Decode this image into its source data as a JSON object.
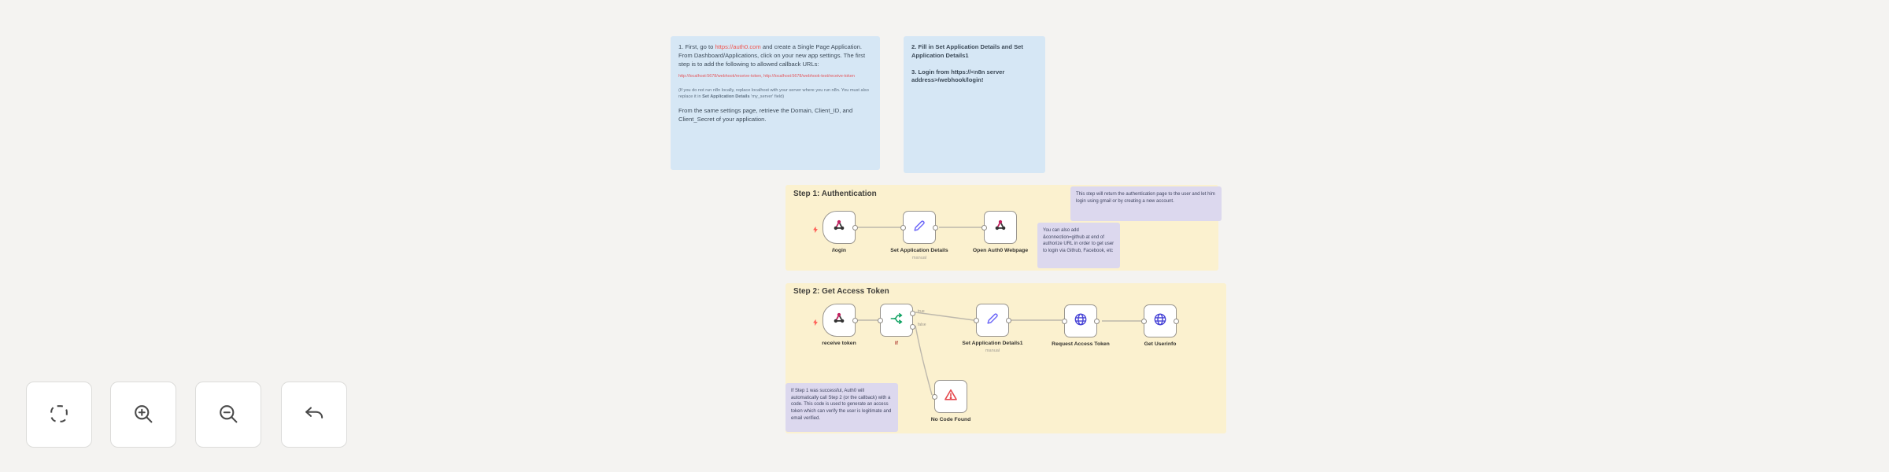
{
  "canvas": {
    "background": "#f4f3f1"
  },
  "colors": {
    "sticky_blue": "#d6e7f5",
    "sticky_yellow": "#fbf1cf",
    "sticky_purple": "#dcd8ee",
    "link_red": "#f0554f",
    "node_border": "#99958e",
    "connection": "#bdb8ac",
    "webhook_icon_pink": "#c2205f",
    "set_icon_indigo": "#6f6af8",
    "if_icon_green": "#0aa05f",
    "http_icon_blue": "#4743d6",
    "error_icon_red": "#e5484d",
    "trigger_bolt_red": "#ff5f57"
  },
  "notes": {
    "setup": {
      "p1_prefix": "1. First, go to ",
      "p1_link": "https://auth0.com",
      "p1_suffix": " and create a Single Page Application. From Dashboard/Applications, click on your new app settings. The first step is to add the following to allowed callback URLs:",
      "callback_urls": "http://localhost:5678/webhook/receive-token, http://localhost:5678/webhook-test/receive-token",
      "small_note_prefix": "(If you do not run n8n locally, replace localhost with your server where you run n8n. You must also replace it in ",
      "small_note_bold": "Set Application Details",
      "small_note_suffix": " 'my_server' field)",
      "p2": "From the same settings page, retrieve the Domain, Client_ID, and Client_Secret of your application."
    },
    "instructions": {
      "p1": "2. Fill in Set Application Details and Set Application Details1",
      "p2": "3. Login from https://<n8n server address>/webhook/login!"
    },
    "auth_page_note": "This step will return the authentication page to the user and let him login using gmail or by creating a new account.",
    "connection_note": "You can also add &connection=github at end of authorize URL in order to get user to login via Github, Facebook, etc",
    "code_note": "If Step 1 was successful, Auth0 will automatically call Step 2 (or the callback) with a code. This code is used to generate an access token which can verify the user is legitimate and email verified."
  },
  "sections": {
    "step1": {
      "title": "Step 1: Authentication"
    },
    "step2": {
      "title": "Step 2: Get Access Token"
    }
  },
  "nodes": {
    "login": {
      "label": "/login"
    },
    "set_details": {
      "label": "Set Application Details",
      "subtitle": "manual"
    },
    "open_auth": {
      "label": "Open Auth0 Webpage"
    },
    "receive_token": {
      "label": "receive token"
    },
    "if_node": {
      "label": "If",
      "output_true": "true",
      "output_false": "false"
    },
    "set_details1": {
      "label": "Set Application Details1",
      "subtitle": "manual"
    },
    "request_token": {
      "label": "Request Access Token"
    },
    "get_userinfo": {
      "label": "Get Userinfo"
    },
    "no_code": {
      "label": "No Code Found"
    }
  },
  "toolbar": {
    "buttons": [
      {
        "id": "fit-view",
        "icon": "fit-view-icon"
      },
      {
        "id": "zoom-in",
        "icon": "zoom-in-icon"
      },
      {
        "id": "zoom-out",
        "icon": "zoom-out-icon"
      },
      {
        "id": "reset-zoom",
        "icon": "undo-icon"
      }
    ]
  }
}
